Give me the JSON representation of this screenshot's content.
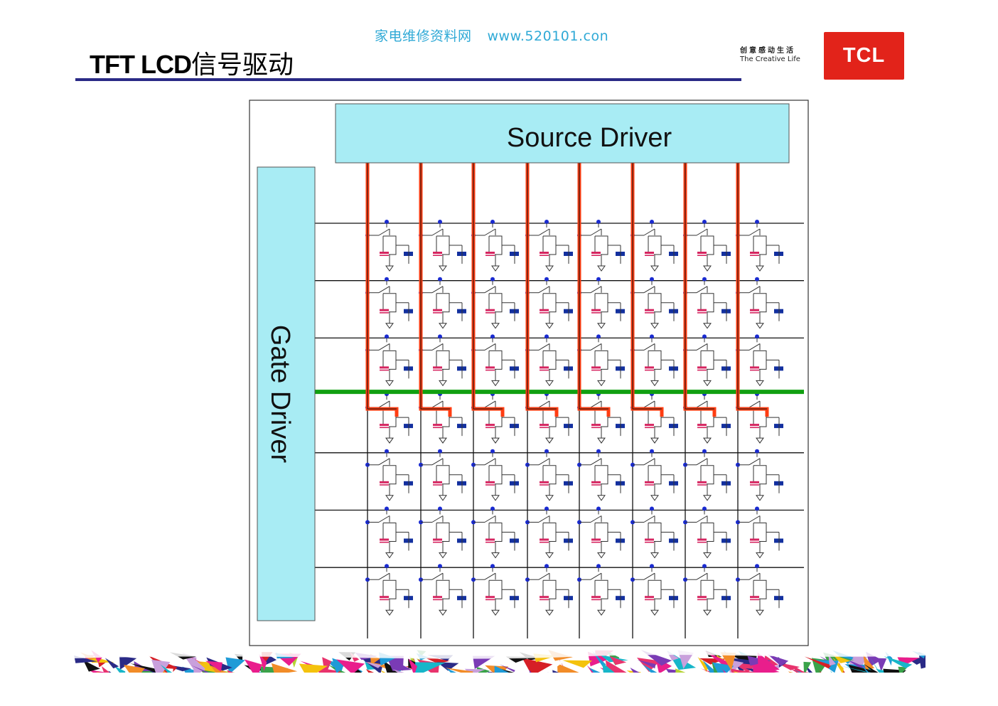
{
  "header": {
    "watermark_site": "家电维修资料网",
    "watermark_url": "www.520101.con",
    "title_bold": "TFT LCD",
    "title_rest": "信号驱动",
    "slogan_cn": "创意感动生活",
    "slogan_en": "The Creative Life",
    "logo_text": "TCL"
  },
  "diagram": {
    "source_driver_label": "Source Driver",
    "gate_driver_label": "Gate Driver",
    "rows": 7,
    "columns": 8,
    "active_gate_row": 3,
    "colors": {
      "driver_fill": "#a8ecf4",
      "data_line": "#ff3d12",
      "active_gate": "#11a011",
      "node": "#1a2bd1",
      "pos_plate": "#d62560",
      "neg_plate": "#13309f"
    }
  },
  "footer": {
    "strip": "decorative-color-strip"
  }
}
